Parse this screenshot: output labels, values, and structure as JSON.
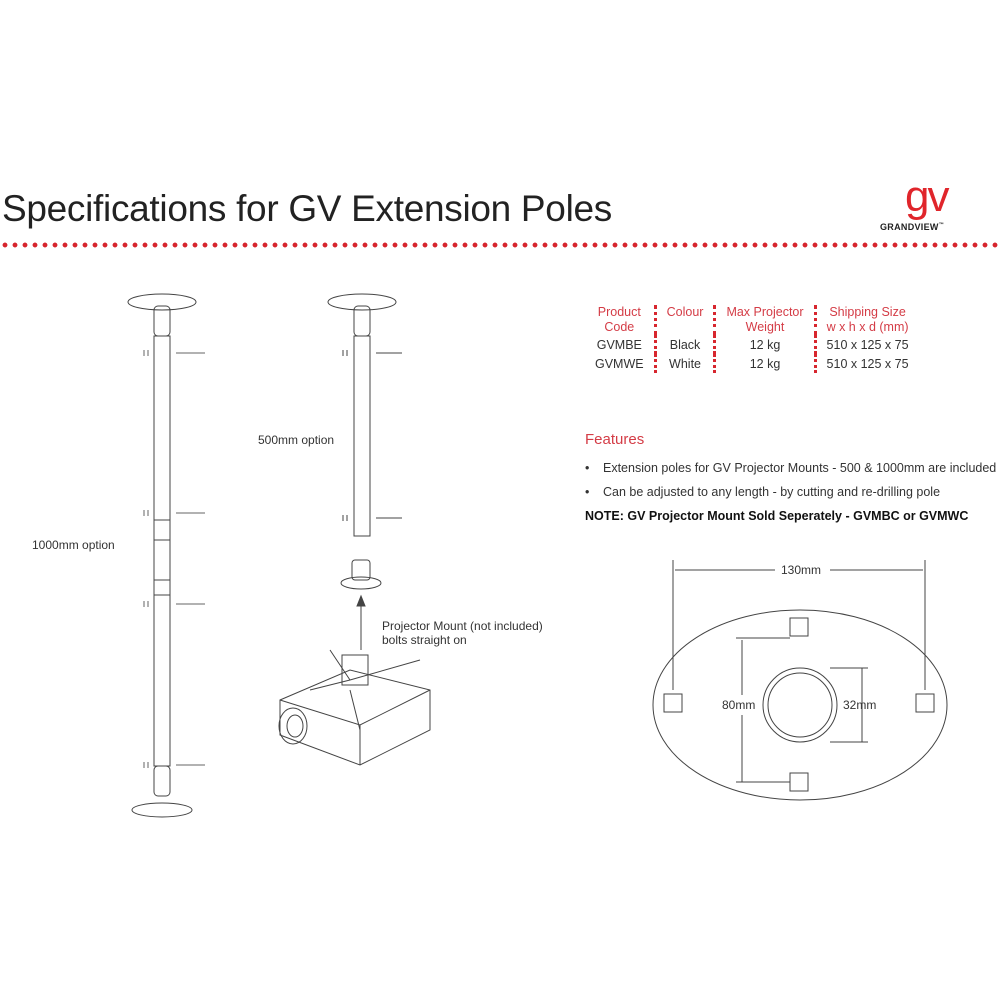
{
  "title": "Specifications for GV Extension Poles",
  "logo": {
    "mark": "gv",
    "word": "GRANDVIEW",
    "tm": "™"
  },
  "table": {
    "headers": [
      [
        "Product",
        "Code"
      ],
      [
        "Colour",
        ""
      ],
      [
        "Max Projector",
        "Weight"
      ],
      [
        "Shipping Size",
        "w x h x d (mm)"
      ]
    ],
    "rows": [
      [
        "GVMBE",
        "Black",
        "12 kg",
        "510 x 125 x 75"
      ],
      [
        "GVMWE",
        "White",
        "12 kg",
        "510 x 125 x 75"
      ]
    ]
  },
  "features": {
    "heading": "Features",
    "items": [
      "Extension poles for GV Projector Mounts - 500 & 1000mm are included",
      "Can be adjusted to any length - by cutting and re-drilling pole"
    ],
    "note": "NOTE: GV Projector Mount Sold Seperately - GVMBC or GVMWC"
  },
  "diagram": {
    "label_1000": "1000mm option",
    "label_500": "500mm option",
    "mount_label_1": "Projector Mount (not included)",
    "mount_label_2": "bolts straight on",
    "dim_width": "130mm",
    "dim_height": "80mm",
    "dim_hole": "32mm"
  },
  "colors": {
    "accent": "#d7262e"
  }
}
